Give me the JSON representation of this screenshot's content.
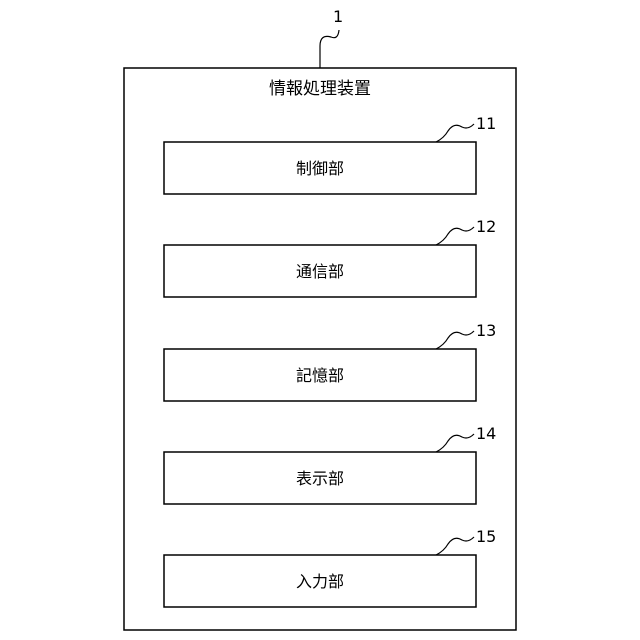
{
  "diagram": {
    "device_ref": "1",
    "device_title": "情報処理装置",
    "units": [
      {
        "ref": "11",
        "label": "制御部"
      },
      {
        "ref": "12",
        "label": "通信部"
      },
      {
        "ref": "13",
        "label": "記憶部"
      },
      {
        "ref": "14",
        "label": "表示部"
      },
      {
        "ref": "15",
        "label": "入力部"
      }
    ]
  }
}
